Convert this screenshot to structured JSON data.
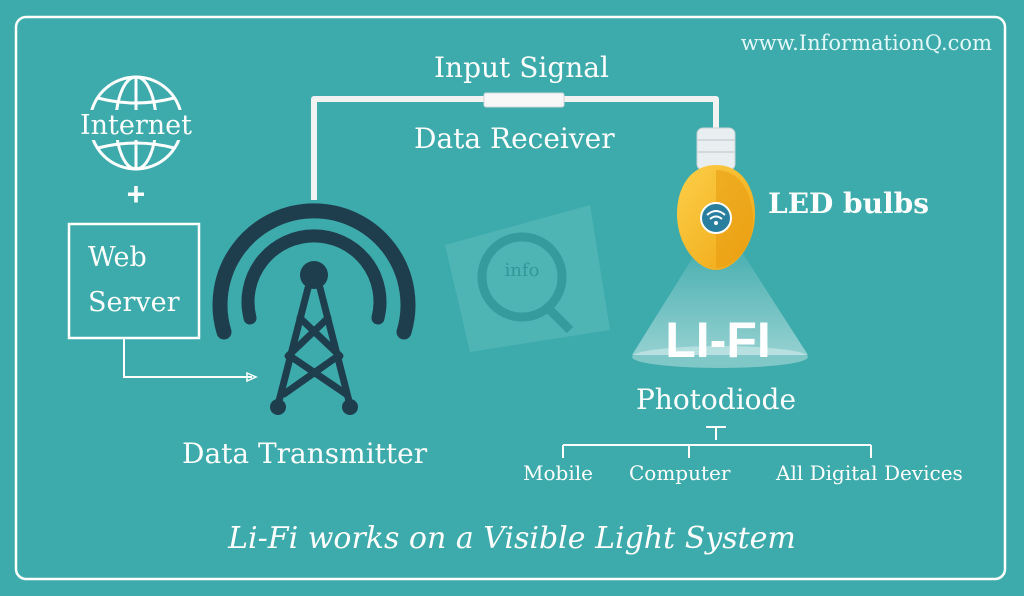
{
  "watermark": "www.InformationQ.com",
  "nodes": {
    "internet": "Internet",
    "plus": "+",
    "web_server_line1": "Web",
    "web_server_line2": "Server",
    "data_transmitter": "Data Transmitter",
    "input_signal": "Input Signal",
    "data_receiver": "Data Receiver",
    "led_bulbs": "LED bulbs",
    "lifi": "LI-FI",
    "photodiode": "Photodiode"
  },
  "logo_text": "info",
  "devices": [
    "Mobile",
    "Computer",
    "All Digital Devices"
  ],
  "caption": "Li-Fi works on a Visible Light System",
  "colors": {
    "background": "#3daaab",
    "frame": "#ffffff",
    "tower_dark": "#1f3e4d",
    "bulb_yellow": "#f6b521",
    "bulb_cap": "#e9eef0",
    "wifi_badge": "#2a7f9e"
  }
}
